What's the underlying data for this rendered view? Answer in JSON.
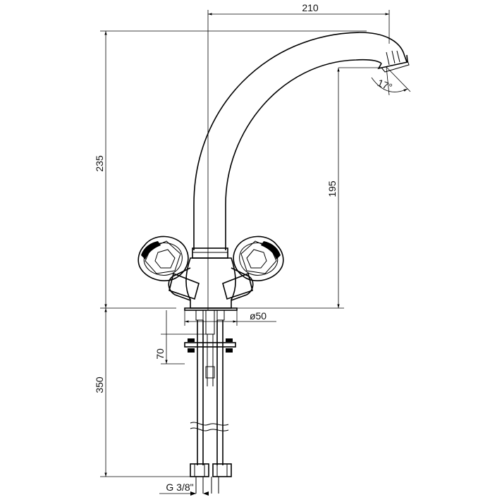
{
  "drawing": {
    "dimensions": {
      "reach": "210",
      "total_height": "235",
      "spout_height": "195",
      "spout_angle": "17°",
      "base_diameter": "ø50",
      "thread_length": "70",
      "hose_length": "350",
      "connection_thread": "G 3/8\""
    }
  }
}
